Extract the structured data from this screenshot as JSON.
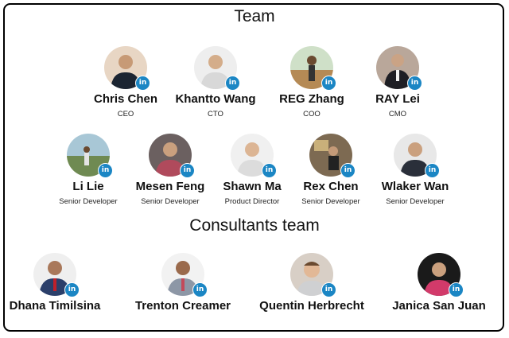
{
  "team_heading": "Team",
  "consultants_heading": "Consultants team",
  "badge_text": "in",
  "colors": {
    "linkedin": "#1b86c4",
    "border": "#000000"
  },
  "team": [
    {
      "name": "Chris Chen",
      "role": "CEO"
    },
    {
      "name": "Khantto Wang",
      "role": "CTO"
    },
    {
      "name": "REG Zhang",
      "role": "COO"
    },
    {
      "name": "RAY Lei",
      "role": "CMO"
    },
    {
      "name": "Li Lie",
      "role": "Senior Developer"
    },
    {
      "name": "Mesen Feng",
      "role": "Senior Developer"
    },
    {
      "name": "Shawn Ma",
      "role": "Product Director"
    },
    {
      "name": "Rex Chen",
      "role": "Senior Developer"
    },
    {
      "name": "Wlaker Wan",
      "role": "Senior Developer"
    }
  ],
  "consultants": [
    {
      "name": "Dhana Timilsina"
    },
    {
      "name": "Trenton Creamer"
    },
    {
      "name": "Quentin Herbrecht"
    },
    {
      "name": "Janica San Juan"
    }
  ]
}
